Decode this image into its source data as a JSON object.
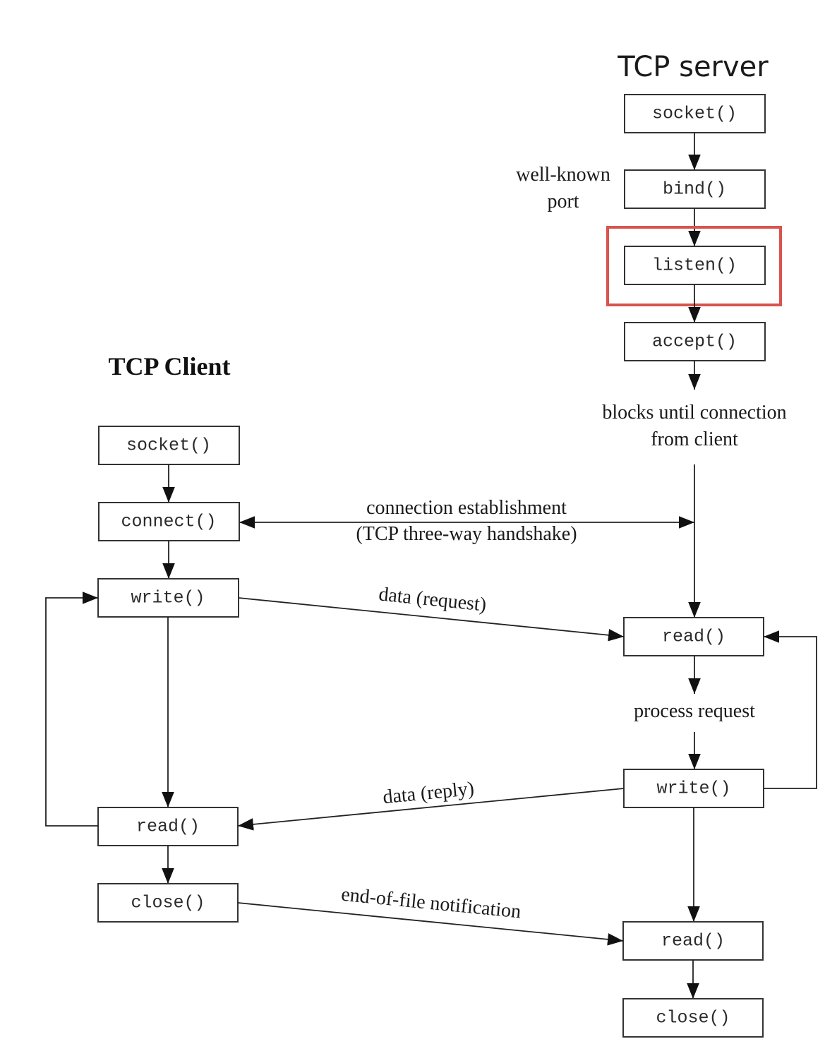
{
  "colors": {
    "highlight": "#d9534f",
    "line": "#222222"
  },
  "server": {
    "title": "TCP server",
    "socket": "socket()",
    "bind": "bind()",
    "bind_note_line1": "well-known",
    "bind_note_line2": "port",
    "listen": "listen()",
    "accept": "accept()",
    "blocks_line1": "blocks until connection",
    "blocks_line2": "from client",
    "read": "read()",
    "process": "process request",
    "write": "write()",
    "read_eof": "read()",
    "close": "close()"
  },
  "client": {
    "title": "TCP Client",
    "socket": "socket()",
    "connect": "connect()",
    "write": "write()",
    "read": "read()",
    "close": "close()"
  },
  "messages": {
    "handshake_line1": "connection establishment",
    "handshake_line2": "(TCP three-way handshake)",
    "request": "data (request)",
    "reply": "data (reply)",
    "eof": "end-of-file notification"
  },
  "highlight": {
    "target": "listen()"
  }
}
